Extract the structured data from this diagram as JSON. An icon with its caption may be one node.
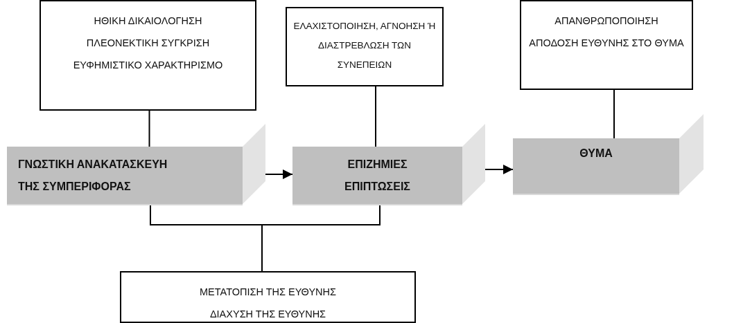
{
  "diagram": {
    "nodes": [
      {
        "text": [
          "ΗΘΙΚΗ ΔΙΚΑΙΟΛΟΓΗΣΗ",
          "ΠΛΕΟΝΕΚΤΙΚΗ ΣΥΓΚΡΙΣΗ",
          "ΕΥΦΗΜΙΣΤΙΚΟ ΧΑΡΑΚΤΗΡΙΣΜΟ"
        ]
      },
      {
        "text": [
          "ΕΛΑΧΙΣΤΟΠΟΙΗΣΗ, ΑΓΝΟΗΣΗ Ή ΔΙΑΣΤΡΕΒΛΩΣΗ ΤΩΝ ΣΥΝΕΠΕΙΩΝ"
        ]
      },
      {
        "text": [
          "ΑΠΑΝΘΡΩΠΟΠΟΙΗΣΗ",
          "ΑΠΟΔΟΣΗ ΕΥΘΥΝΗΣ ΣΤΟ ΘΥΜΑ"
        ]
      },
      {
        "text": [
          "ΓΝΩΣΤΙΚΗ ΑΝΑΚΑΤΑΣΚΕΥΗ ΤΗΣ ΣΥΜΠΕΡΙΦΟΡΑΣ"
        ]
      },
      {
        "text": [
          "ΕΠΙΖΗΜΙΕΣ ΕΠΙΠΤΩΣΕΙΣ"
        ]
      },
      {
        "text": [
          "ΘΥΜΑ"
        ]
      },
      {
        "text": [
          "ΜΕΤΑΤΟΠΙΣΗ ΤΗΣ ΕΥΘΥΝΗΣ",
          "ΔΙΑΧΥΣΗ ΤΗΣ ΕΥΘΥΝΗΣ"
        ]
      }
    ],
    "edges": [
      {
        "from": 0,
        "to": 3,
        "arrow": "none"
      },
      {
        "from": 1,
        "to": 4,
        "arrow": "none"
      },
      {
        "from": 2,
        "to": 5,
        "arrow": "none"
      },
      {
        "from": 3,
        "to": 4,
        "arrow": "to"
      },
      {
        "from": 4,
        "to": 5,
        "arrow": "to"
      },
      {
        "from": 3,
        "to": 6,
        "arrow": "none"
      },
      {
        "from": 4,
        "to": 6,
        "arrow": "none"
      }
    ]
  }
}
